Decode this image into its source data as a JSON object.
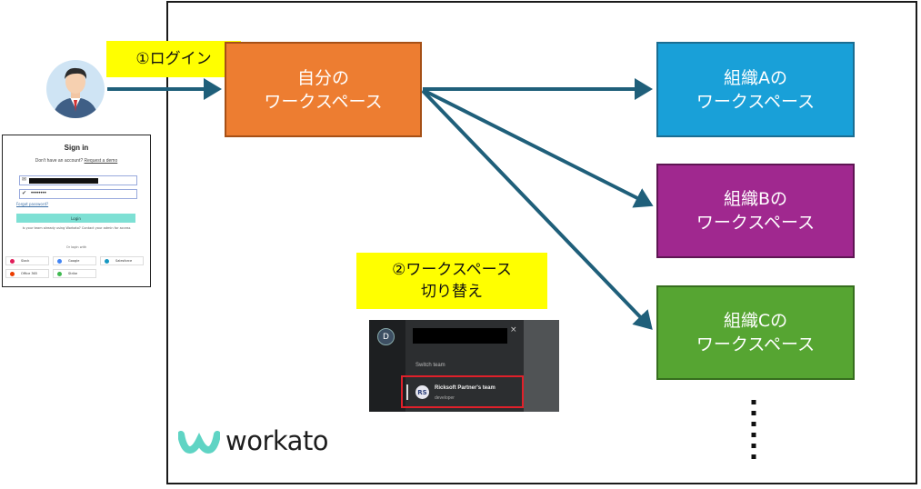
{
  "steps": {
    "login": "①ログイン",
    "switch_line1": "②ワークスペース",
    "switch_line2": "切り替え"
  },
  "boxes": {
    "own": {
      "line1": "自分の",
      "line2": "ワークスペース",
      "color": "#ed7d31"
    },
    "org_a": {
      "line1": "組織Aの",
      "line2": "ワークスペース",
      "color": "#19a0d8"
    },
    "org_b": {
      "line1": "組織Bの",
      "line2": "ワークスペース",
      "color": "#a0288f"
    },
    "org_c": {
      "line1": "組織Cの",
      "line2": "ワークスペース",
      "color": "#56a532"
    }
  },
  "signin": {
    "title": "Sign in",
    "subtitle": "Don't have an account?",
    "demo_link": "Request a demo",
    "password_mask": "••••••••",
    "forgot": "Forgot password?",
    "login_button": "Login",
    "note": "Is your team already using Workato? Contact your admin for access",
    "or_with": "Or login with",
    "providers": [
      "Slack",
      "Google",
      "Salesforce",
      "Office 365",
      "Strike"
    ]
  },
  "switcher": {
    "avatar_letter": "D",
    "section": "Switch team",
    "team_name": "Ricksoft Partner's team",
    "role": "developer",
    "close": "×"
  },
  "brand": {
    "name": "workato",
    "color": "#5fd4c4"
  },
  "colors": {
    "arrow": "#1f5f7a",
    "note_bg": "#ffff00"
  }
}
